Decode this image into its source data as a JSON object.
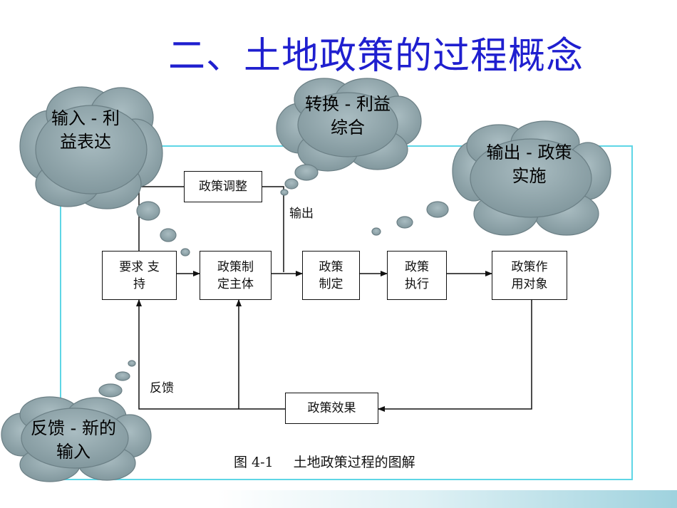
{
  "title": "二、土地政策的过程概念",
  "clouds": {
    "input": "输入 - 利益表达",
    "convert": "转换 - 利益综合",
    "output": "输出 - 政策实施",
    "feedback": "反馈 - 新的输入"
  },
  "diagram": {
    "nodes": {
      "adjust": "政策调整",
      "demand": "要求 支持",
      "maker": "政策制 定主体",
      "making": "政策 制定",
      "execute": "政策 执行",
      "target": "政策作 用对象",
      "effect": "政策效果"
    },
    "labels": {
      "output": "输出",
      "feedback": "反馈"
    },
    "caption_num": "图 4-1",
    "caption_text": "土地政策过程的图解"
  },
  "colors": {
    "title": "#1f1fcf",
    "cloud_fill": "#8fa3a9",
    "cloud_stroke": "#6b7f85",
    "frame": "#5ed6e6"
  }
}
